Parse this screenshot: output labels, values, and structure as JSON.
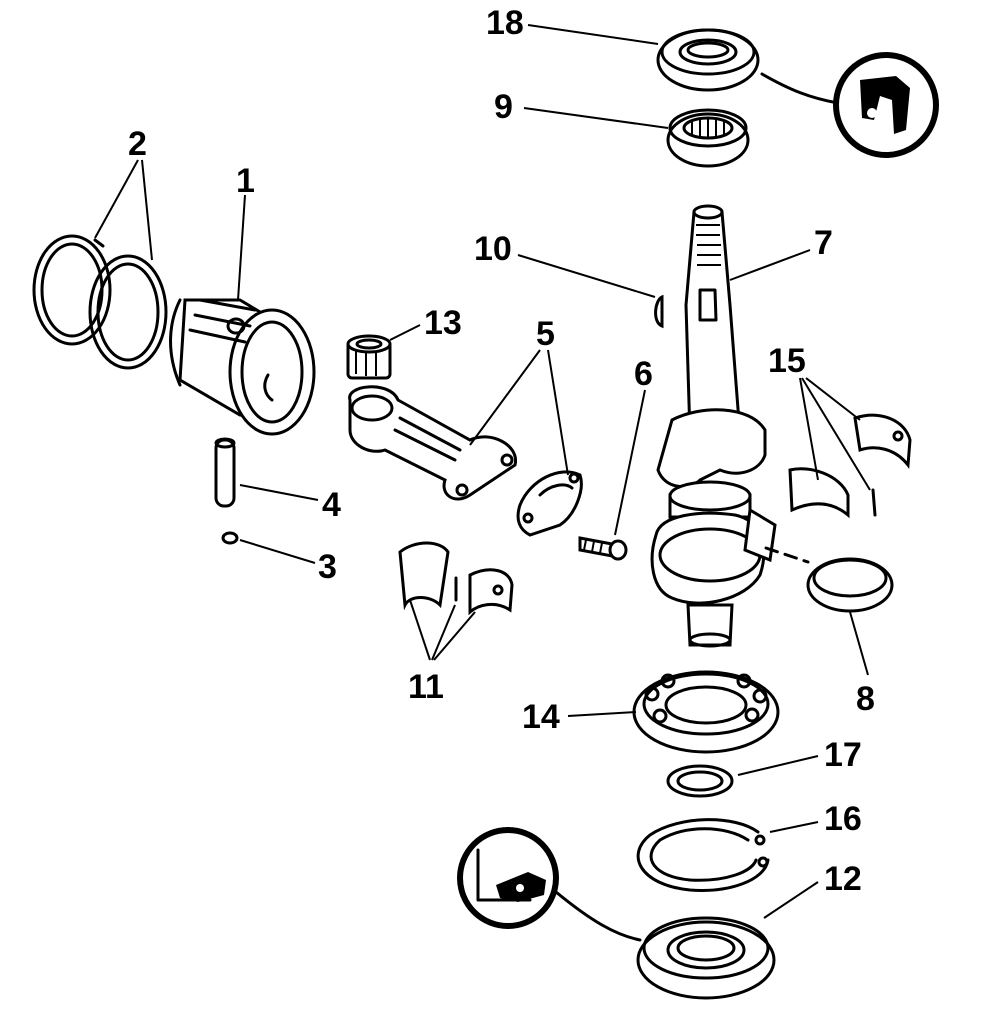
{
  "diagram": {
    "type": "exploded-parts-view",
    "colors": {
      "ink": "#000000",
      "paper": "#ffffff"
    },
    "callouts": [
      {
        "id": "c1",
        "label": "1"
      },
      {
        "id": "c2",
        "label": "2"
      },
      {
        "id": "c3",
        "label": "3"
      },
      {
        "id": "c4",
        "label": "4"
      },
      {
        "id": "c5",
        "label": "5"
      },
      {
        "id": "c6",
        "label": "6"
      },
      {
        "id": "c7",
        "label": "7"
      },
      {
        "id": "c8",
        "label": "8"
      },
      {
        "id": "c9",
        "label": "9"
      },
      {
        "id": "c10",
        "label": "10"
      },
      {
        "id": "c11",
        "label": "11"
      },
      {
        "id": "c12",
        "label": "12"
      },
      {
        "id": "c13",
        "label": "13"
      },
      {
        "id": "c14",
        "label": "14"
      },
      {
        "id": "c15",
        "label": "15"
      },
      {
        "id": "c16",
        "label": "16"
      },
      {
        "id": "c17",
        "label": "17"
      },
      {
        "id": "c18",
        "label": "18"
      }
    ]
  }
}
